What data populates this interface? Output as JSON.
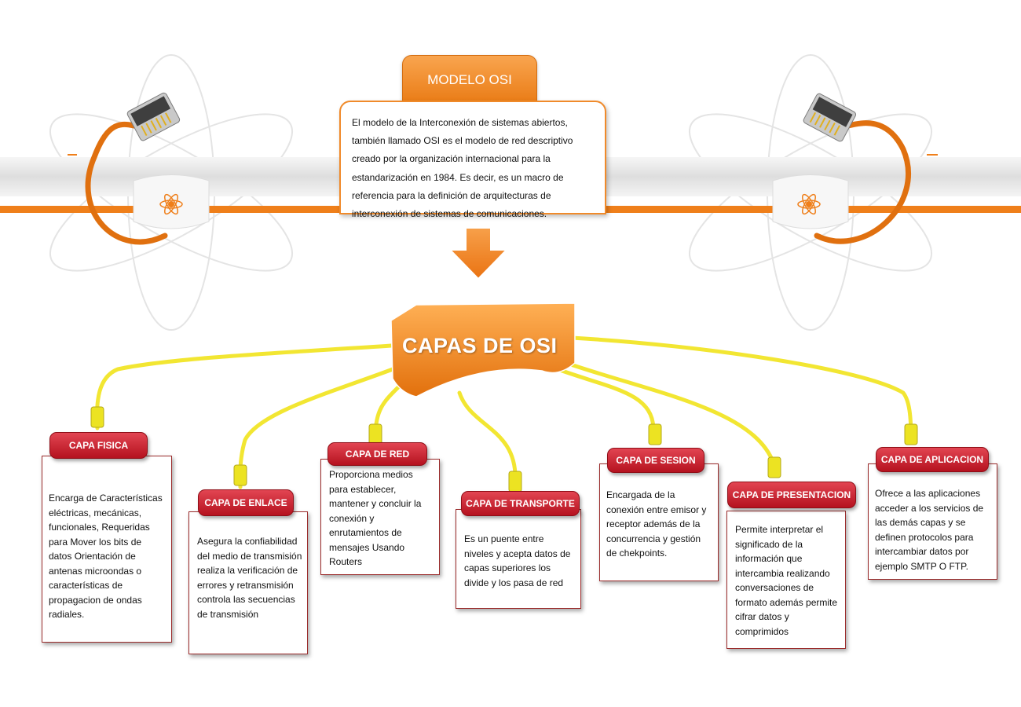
{
  "header": {
    "title": "MODELO OSI",
    "description": "El modelo de la Interconexión de sistemas abiertos, también llamado OSI es el modelo de red descriptivo creado por la organización internacional para la estandarización en 1984. Es decir, es un macro de referencia para la definición de arquitecturas de interconexión de sistemas de comunicaciones."
  },
  "center": {
    "label": "CAPAS DE OSI"
  },
  "layers": [
    {
      "title": "CAPA FISICA",
      "text": "Encarga de Características eléctricas, mecánicas, funcionales, Requeridas para Mover los bits de datos Orientación de antenas microondas o características de propagacion de ondas radiales."
    },
    {
      "title": "CAPA DE ENLACE",
      "text": "Asegura la confiabilidad del medio de transmisión realiza la verificación de errores y retransmisión controla las secuencias de transmisión"
    },
    {
      "title": "CAPA DE RED",
      "text": "Proporciona medios para establecer, mantener y concluir la conexión y enrutamientos de mensajes Usando Routers"
    },
    {
      "title": "CAPA DE TRANSPORTE",
      "text": "Es un puente entre niveles y acepta datos de capas superiores los divide y los pasa de red"
    },
    {
      "title": "CAPA DE SESION",
      "text": "Encargada de la conexión entre emisor y receptor además de la concurrencia y gestión de chekpoints."
    },
    {
      "title": "CAPA DE PRESENTACION",
      "text": "Permite interpretar el significado de la información que intercambia realizando conversaciones de formato además permite cifrar datos y comprimidos"
    },
    {
      "title": "CAPA DE APLICACION",
      "text": "Ofrece a las aplicaciones acceder a los servicios de las demás capas y se definen protocolos para intercambiar datos por ejemplo SMTP O FTP."
    }
  ],
  "colors": {
    "accent_orange": "#ef7f1a",
    "layer_red": "#c8202c",
    "cable_yellow": "#f2e632",
    "band_gray": "#dcdcdc"
  }
}
